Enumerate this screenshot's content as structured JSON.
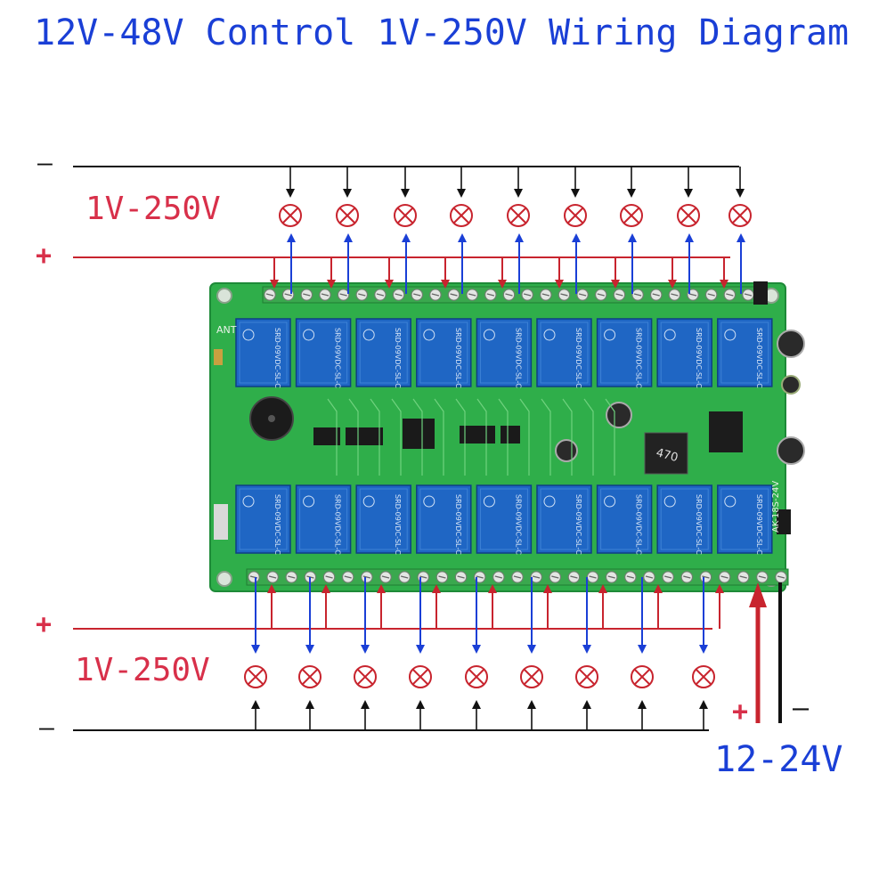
{
  "title": "12V-48V Control 1V-250V Wiring Diagram",
  "labels": {
    "top_minus": "–",
    "top_voltage": "1V-250V",
    "top_plus": "+",
    "bottom_plus": "+",
    "bottom_voltage": "1V-250V",
    "bottom_minus": "–",
    "power_plus": "+",
    "power_minus": "–",
    "power_voltage": "12-24V"
  },
  "board": {
    "antenna_label": "ANT",
    "relay_model": "SRD-09VDC-SL-C",
    "inductor_marking": "470",
    "side_marking": "AK-18S-24V"
  },
  "colors": {
    "title": "#1a3fd6",
    "red_wire": "#c8242e",
    "blue_wire": "#1a3fd6",
    "black_wire": "#111111",
    "pcb": "#2fae4a",
    "relay": "#1f66c4"
  },
  "relay_count_per_row": 9,
  "lamp_count_per_row": 9
}
